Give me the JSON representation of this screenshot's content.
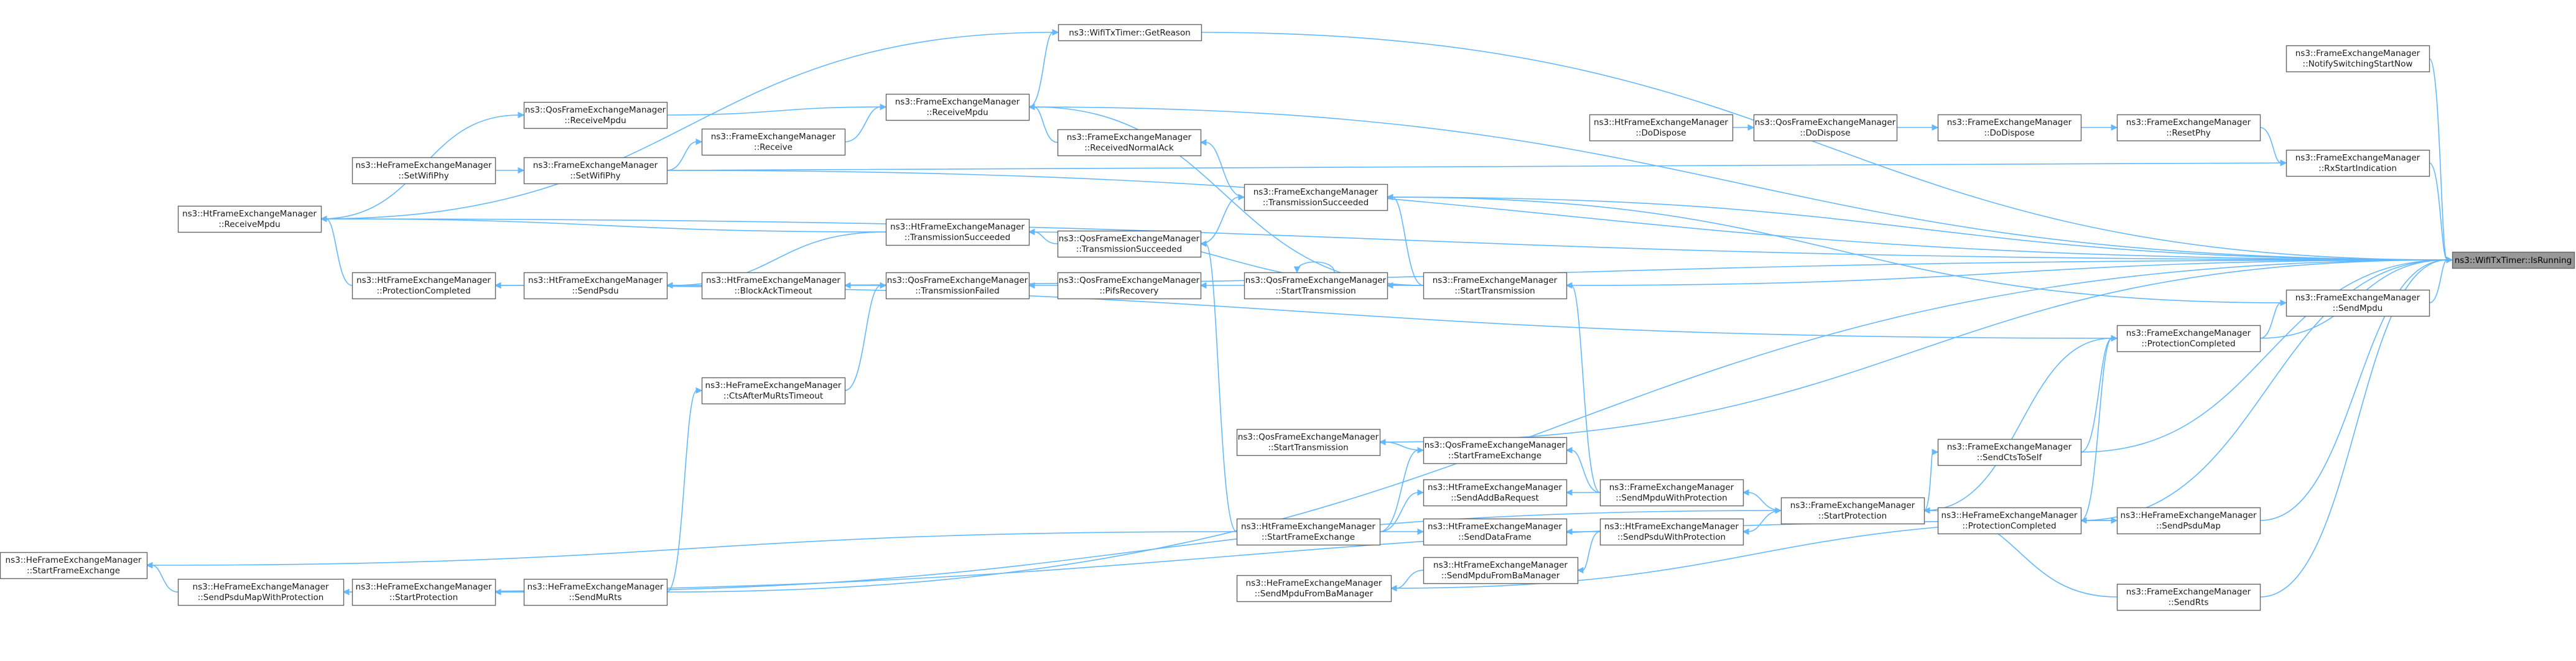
{
  "colors": {
    "edge": "#63b8ff",
    "node_border": "#666666",
    "node_fill": "#ffffff",
    "highlight_fill": "#999999",
    "text": "#1a1a1a"
  },
  "nodes": [
    {
      "id": "isrunning",
      "lines": [
        "ns3::WifiTxTimer::IsRunning"
      ],
      "highlight": true
    },
    {
      "id": "notifyswitch",
      "lines": [
        "ns3::FrameExchangeManager",
        "::NotifySwitchingStartNow"
      ]
    },
    {
      "id": "rxstartind",
      "lines": [
        "ns3::FrameExchangeManager",
        "::RxStartIndication"
      ]
    },
    {
      "id": "resetphy",
      "lines": [
        "ns3::FrameExchangeManager",
        "::ResetPhy"
      ]
    },
    {
      "id": "fem_dodispose",
      "lines": [
        "ns3::FrameExchangeManager",
        "::DoDispose"
      ]
    },
    {
      "id": "qos_dodispose",
      "lines": [
        "ns3::QosFrameExchangeManager",
        "::DoDispose"
      ]
    },
    {
      "id": "ht_dodispose",
      "lines": [
        "ns3::HtFrameExchangeManager",
        "::DoDispose"
      ]
    },
    {
      "id": "getreason",
      "lines": [
        "ns3::WifiTxTimer::GetReason"
      ]
    },
    {
      "id": "fem_receivempdu",
      "lines": [
        "ns3::FrameExchangeManager",
        "::ReceiveMpdu"
      ]
    },
    {
      "id": "qos_receivempdu",
      "lines": [
        "ns3::QosFrameExchangeManager",
        "::ReceiveMpdu"
      ]
    },
    {
      "id": "ht_receivempdu",
      "lines": [
        "ns3::HtFrameExchangeManager",
        "::ReceiveMpdu"
      ]
    },
    {
      "id": "fem_receive",
      "lines": [
        "ns3::FrameExchangeManager",
        "::Receive"
      ]
    },
    {
      "id": "receivednormalack",
      "lines": [
        "ns3::FrameExchangeManager",
        "::ReceivedNormalAck"
      ]
    },
    {
      "id": "fem_setwifiphy",
      "lines": [
        "ns3::FrameExchangeManager",
        "::SetWifiPhy"
      ]
    },
    {
      "id": "he_setwifiphy",
      "lines": [
        "ns3::HeFrameExchangeManager",
        "::SetWifiPhy"
      ]
    },
    {
      "id": "fem_txsucceeded",
      "lines": [
        "ns3::FrameExchangeManager",
        "::TransmissionSucceeded"
      ]
    },
    {
      "id": "ht_txsucceeded",
      "lines": [
        "ns3::HtFrameExchangeManager",
        "::TransmissionSucceeded"
      ]
    },
    {
      "id": "qos_txsucceeded",
      "lines": [
        "ns3::QosFrameExchangeManager",
        "::TransmissionSucceeded"
      ]
    },
    {
      "id": "ht_protcompleted",
      "lines": [
        "ns3::HtFrameExchangeManager",
        "::ProtectionCompleted"
      ]
    },
    {
      "id": "ht_sendpsdu",
      "lines": [
        "ns3::HtFrameExchangeManager",
        "::SendPsdu"
      ]
    },
    {
      "id": "ht_blockacktimeout",
      "lines": [
        "ns3::HtFrameExchangeManager",
        "::BlockAckTimeout"
      ]
    },
    {
      "id": "qos_txfailed",
      "lines": [
        "ns3::QosFrameExchangeManager",
        "::TransmissionFailed"
      ]
    },
    {
      "id": "qos_pifsrecovery",
      "lines": [
        "ns3::QosFrameExchangeManager",
        "::PifsRecovery"
      ]
    },
    {
      "id": "qos_starttx",
      "lines": [
        "ns3::QosFrameExchangeManager",
        "::StartTransmission"
      ]
    },
    {
      "id": "fem_starttx",
      "lines": [
        "ns3::FrameExchangeManager",
        "::StartTransmission"
      ]
    },
    {
      "id": "fem_sendmpdu",
      "lines": [
        "ns3::FrameExchangeManager",
        "::SendMpdu"
      ]
    },
    {
      "id": "fem_protcompleted",
      "lines": [
        "ns3::FrameExchangeManager",
        "::ProtectionCompleted"
      ]
    },
    {
      "id": "he_ctsaftermurts",
      "lines": [
        "ns3::HeFrameExchangeManager",
        "::CtsAfterMuRtsTimeout"
      ]
    },
    {
      "id": "qos_starttx_single",
      "lines": [
        "ns3::QosFrameExchangeManager",
        "::StartTransmission"
      ]
    },
    {
      "id": "qos_startfe",
      "lines": [
        "ns3::QosFrameExchangeManager",
        "::StartFrameExchange"
      ]
    },
    {
      "id": "ht_sendaddba",
      "lines": [
        "ns3::HtFrameExchangeManager",
        "::SendAddBaRequest"
      ]
    },
    {
      "id": "fem_sendmpduwp",
      "lines": [
        "ns3::FrameExchangeManager",
        "::SendMpduWithProtection"
      ]
    },
    {
      "id": "fem_sendctstoself",
      "lines": [
        "ns3::FrameExchangeManager",
        "::SendCtsToSelf"
      ]
    },
    {
      "id": "ht_startfe",
      "lines": [
        "ns3::HtFrameExchangeManager",
        "::StartFrameExchange"
      ]
    },
    {
      "id": "ht_senddataframe",
      "lines": [
        "ns3::HtFrameExchangeManager",
        "::SendDataFrame"
      ]
    },
    {
      "id": "ht_sendpsduwp",
      "lines": [
        "ns3::HtFrameExchangeManager",
        "::SendPsduWithProtection"
      ]
    },
    {
      "id": "fem_startprot",
      "lines": [
        "ns3::FrameExchangeManager",
        "::StartProtection"
      ]
    },
    {
      "id": "he_protcompleted",
      "lines": [
        "ns3::HeFrameExchangeManager",
        "::ProtectionCompleted"
      ]
    },
    {
      "id": "he_sendpsdumap",
      "lines": [
        "ns3::HeFrameExchangeManager",
        "::SendPsduMap"
      ]
    },
    {
      "id": "he_startfe",
      "lines": [
        "ns3::HeFrameExchangeManager",
        "::StartFrameExchange"
      ]
    },
    {
      "id": "he_sendpsdumapwp",
      "lines": [
        "ns3::HeFrameExchangeManager",
        "::SendPsduMapWithProtection"
      ]
    },
    {
      "id": "he_startprot",
      "lines": [
        "ns3::HeFrameExchangeManager",
        "::StartProtection"
      ]
    },
    {
      "id": "he_sendmurts",
      "lines": [
        "ns3::HeFrameExchangeManager",
        "::SendMuRts"
      ]
    },
    {
      "id": "ht_sendmpdufromba",
      "lines": [
        "ns3::HtFrameExchangeManager",
        "::SendMpduFromBaManager"
      ]
    },
    {
      "id": "he_sendmpdufromba",
      "lines": [
        "ns3::HeFrameExchangeManager",
        "::SendMpduFromBaManager"
      ]
    },
    {
      "id": "fem_sendrts",
      "lines": [
        "ns3::FrameExchangeManager",
        "::SendRts"
      ]
    }
  ],
  "edges": [
    [
      "notifyswitch",
      "isrunning"
    ],
    [
      "rxstartind",
      "isrunning"
    ],
    [
      "getreason",
      "isrunning"
    ],
    [
      "fem_receivempdu",
      "isrunning"
    ],
    [
      "fem_setwifiphy",
      "isrunning"
    ],
    [
      "fem_txsucceeded",
      "isrunning"
    ],
    [
      "ht_sendpsdu",
      "isrunning"
    ],
    [
      "fem_starttx",
      "isrunning"
    ],
    [
      "fem_sendmpdu",
      "isrunning"
    ],
    [
      "fem_protcompleted",
      "isrunning"
    ],
    [
      "ht_receivempdu",
      "isrunning"
    ],
    [
      "qos_starttx_single",
      "isrunning"
    ],
    [
      "fem_sendctstoself",
      "isrunning"
    ],
    [
      "he_sendpsdumap",
      "isrunning"
    ],
    [
      "fem_sendrts",
      "isrunning"
    ],
    [
      "he_sendmurts",
      "isrunning"
    ],
    [
      "he_protcompleted",
      "isrunning"
    ],
    [
      "resetphy",
      "rxstartind"
    ],
    [
      "fem_setwifiphy",
      "rxstartind"
    ],
    [
      "fem_dodispose",
      "resetphy"
    ],
    [
      "qos_dodispose",
      "fem_dodispose"
    ],
    [
      "ht_dodispose",
      "qos_dodispose"
    ],
    [
      "fem_receivempdu",
      "getreason"
    ],
    [
      "ht_receivempdu",
      "getreason"
    ],
    [
      "qos_receivempdu",
      "fem_receivempdu"
    ],
    [
      "fem_receive",
      "fem_receivempdu"
    ],
    [
      "receivednormalack",
      "fem_receivempdu"
    ],
    [
      "fem_starttx",
      "fem_receivempdu"
    ],
    [
      "ht_receivempdu",
      "qos_receivempdu"
    ],
    [
      "fem_setwifiphy",
      "fem_receive"
    ],
    [
      "fem_txsucceeded",
      "receivednormalack"
    ],
    [
      "he_setwifiphy",
      "fem_setwifiphy"
    ],
    [
      "qos_txsucceeded",
      "fem_txsucceeded"
    ],
    [
      "fem_starttx",
      "fem_txsucceeded"
    ],
    [
      "fem_sendmpdu",
      "fem_txsucceeded"
    ],
    [
      "qos_txsucceeded",
      "ht_txsucceeded"
    ],
    [
      "fem_starttx",
      "ht_txsucceeded"
    ],
    [
      "ht_txsucceeded",
      "ht_receivempdu"
    ],
    [
      "ht_txsucceeded",
      "ht_sendpsdu"
    ],
    [
      "ht_protcompleted",
      "ht_receivempdu"
    ],
    [
      "ht_sendpsdu",
      "ht_protcompleted"
    ],
    [
      "fem_protcompleted",
      "ht_protcompleted"
    ],
    [
      "ht_blockacktimeout",
      "ht_sendpsdu"
    ],
    [
      "qos_txfailed",
      "ht_blockacktimeout"
    ],
    [
      "qos_pifsrecovery",
      "qos_txfailed"
    ],
    [
      "he_ctsaftermurts",
      "qos_txfailed"
    ],
    [
      "qos_starttx",
      "qos_pifsrecovery"
    ],
    [
      "qos_starttx",
      "qos_starttx"
    ],
    [
      "fem_starttx",
      "qos_starttx"
    ],
    [
      "fem_sendmpduwp",
      "fem_starttx"
    ],
    [
      "fem_protcompleted",
      "fem_sendmpdu"
    ],
    [
      "fem_startprot",
      "fem_protcompleted"
    ],
    [
      "fem_sendctstoself",
      "fem_protcompleted"
    ],
    [
      "he_protcompleted",
      "fem_protcompleted"
    ],
    [
      "he_sendmurts",
      "he_ctsaftermurts"
    ],
    [
      "qos_startfe",
      "qos_starttx_single"
    ],
    [
      "ht_startfe",
      "qos_startfe"
    ],
    [
      "fem_sendmpduwp",
      "qos_startfe"
    ],
    [
      "ht_startfe",
      "ht_sendaddba"
    ],
    [
      "fem_sendmpduwp",
      "ht_sendaddba"
    ],
    [
      "ht_startfe",
      "ht_senddataframe"
    ],
    [
      "ht_sendpsduwp",
      "ht_senddataframe"
    ],
    [
      "ht_sendpsduwp",
      "ht_sendmpdufromba"
    ],
    [
      "fem_startprot",
      "fem_sendmpduwp"
    ],
    [
      "fem_startprot",
      "ht_sendpsduwp"
    ],
    [
      "fem_startprot",
      "fem_sendctstoself"
    ],
    [
      "fem_sendrts",
      "fem_startprot"
    ],
    [
      "he_startprot",
      "fem_startprot"
    ],
    [
      "he_sendpsdumap",
      "he_protcompleted"
    ],
    [
      "he_sendmpdufromba",
      "he_sendpsdumap"
    ],
    [
      "he_sendpsdumapwp",
      "he_sendpsdumap"
    ],
    [
      "he_sendpsdumapwp",
      "he_startfe"
    ],
    [
      "ht_startfe",
      "he_startfe"
    ],
    [
      "he_startprot",
      "he_sendpsdumapwp"
    ],
    [
      "he_sendmurts",
      "he_startprot"
    ],
    [
      "ht_sendmpdufromba",
      "he_sendmpdufromba"
    ],
    [
      "ht_startfe",
      "qos_txsucceeded"
    ]
  ]
}
